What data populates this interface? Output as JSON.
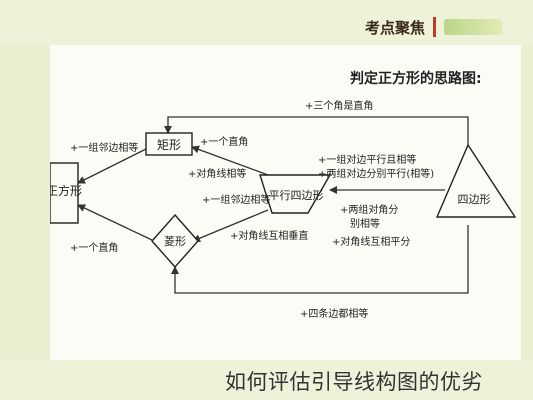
{
  "header": {
    "brand": "考点聚焦"
  },
  "diagram": {
    "title": "判定正方形的思路图:",
    "nodes": {
      "square": "正方形",
      "rectangle": "矩形",
      "rhombus": "菱形",
      "parallelogram": "平行四边形",
      "quadrilateral": "四边形"
    },
    "edges": {
      "quad_to_rect": "+三个角是直角",
      "quad_to_para_1": "+一组对边平行且相等",
      "quad_to_para_2": "+两组对边分别平行(相等)",
      "quad_to_rhombus_1": "+两组对角分",
      "quad_to_rhombus_2": "别相等",
      "quad_to_rhombus_3": "+对角线互相平分",
      "quad_to_rhombus_4": "+四条边都相等",
      "para_to_rect_1": "+一个直角",
      "para_to_rect_2": "+对角线相等",
      "para_to_rhombus_1": "+一组邻边相等",
      "para_to_rhombus_2": "+对角线互相垂直",
      "rect_to_square": "+一组邻边相等",
      "rhombus_to_square": "+一个直角"
    }
  },
  "caption": "如何评估引导线构图的优劣"
}
